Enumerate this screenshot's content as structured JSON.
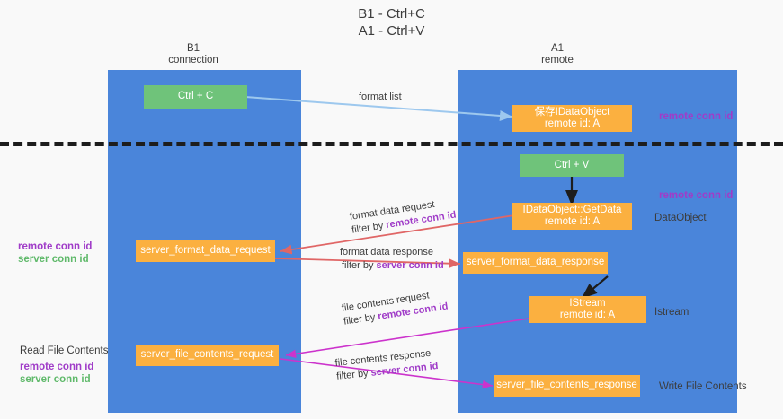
{
  "title": {
    "line1": "B1 - Ctrl+C",
    "line2": "A1 - Ctrl+V"
  },
  "colors": {
    "lane": "#4a85da",
    "node_green": "#6fc37a",
    "node_orange": "#fbb040",
    "divider": "#1d1d1d",
    "remote_conn_id": "#a03cc8",
    "server_conn_id": "#5fb96a",
    "edge_format_list": "#9dc8ee",
    "edge_format_data": "#e06666",
    "edge_file_contents": "#cc33cc",
    "edge_black": "#1d1d1d",
    "background": "#f9f9f9"
  },
  "lanes": [
    {
      "id": "b1",
      "header_line1": "B1",
      "header_line2": "connection"
    },
    {
      "id": "a1",
      "header_line1": "A1",
      "header_line2": "remote"
    }
  ],
  "nodes": [
    {
      "id": "ctrl-c",
      "line1": "Ctrl + C",
      "line2": "",
      "color": "green"
    },
    {
      "id": "save-idataobject",
      "line1": "保存IDataObject",
      "line2": "remote id: A",
      "color": "orange"
    },
    {
      "id": "ctrl-v",
      "line1": "Ctrl + V",
      "line2": "",
      "color": "green"
    },
    {
      "id": "idataobject-getdata",
      "line1": "IDataObject::GetData",
      "line2": "remote id: A",
      "color": "orange"
    },
    {
      "id": "server-format-data-request",
      "line1": "server_format_data_request",
      "line2": "",
      "color": "orange"
    },
    {
      "id": "server-format-data-response",
      "line1": "server_format_data_response",
      "line2": "",
      "color": "orange"
    },
    {
      "id": "istream",
      "line1": "IStream",
      "line2": "remote id: A",
      "color": "orange"
    },
    {
      "id": "server-file-contents-request",
      "line1": "server_file_contents_request",
      "line2": "",
      "color": "orange"
    },
    {
      "id": "server-file-contents-response",
      "line1": "server_file_contents_response",
      "line2": "",
      "color": "orange"
    }
  ],
  "edge_labels": [
    {
      "id": "format-list",
      "line1_plain": "format list",
      "line1_hi": "",
      "line2_plain": "",
      "line2_hi": ""
    },
    {
      "id": "format-data-request",
      "line1_plain": "format data request",
      "line1_hi": "",
      "line2_plain": "filter by ",
      "line2_hi": "remote conn id",
      "hi_color": "purple"
    },
    {
      "id": "format-data-response",
      "line1_plain": "format data response",
      "line1_hi": "",
      "line2_plain": "filter by ",
      "line2_hi": "server conn id",
      "hi_color": "green"
    },
    {
      "id": "file-contents-request",
      "line1_plain": "file contents request",
      "line1_hi": "",
      "line2_plain": "filter by ",
      "line2_hi": "remote conn id",
      "hi_color": "purple"
    },
    {
      "id": "file-contents-response",
      "line1_plain": "file contents response",
      "line1_hi": "",
      "line2_plain": "filter by ",
      "line2_hi": "server conn id",
      "hi_color": "purple"
    }
  ],
  "annotations_right": [
    {
      "id": "remote-conn-id-top",
      "text": "remote conn id",
      "style": "purple"
    },
    {
      "id": "remote-conn-id-mid",
      "text": "remote conn id",
      "style": "purple"
    },
    {
      "id": "dataobject",
      "text": "DataObject",
      "style": "dark"
    },
    {
      "id": "istream-label",
      "text": "Istream",
      "style": "dark"
    },
    {
      "id": "write-file-contents",
      "text": "Write File Contents",
      "style": "dark"
    }
  ],
  "annotations_left": [
    {
      "id": "remote-conn-id-left-1",
      "text": "remote conn id",
      "style": "purple"
    },
    {
      "id": "server-conn-id-left-1",
      "text": "server conn id",
      "style": "green"
    },
    {
      "id": "read-file-contents",
      "text": "Read File Contents",
      "style": "dark"
    },
    {
      "id": "remote-conn-id-left-2",
      "text": "remote conn id",
      "style": "purple"
    },
    {
      "id": "server-conn-id-left-2",
      "text": "server conn id",
      "style": "green"
    }
  ]
}
